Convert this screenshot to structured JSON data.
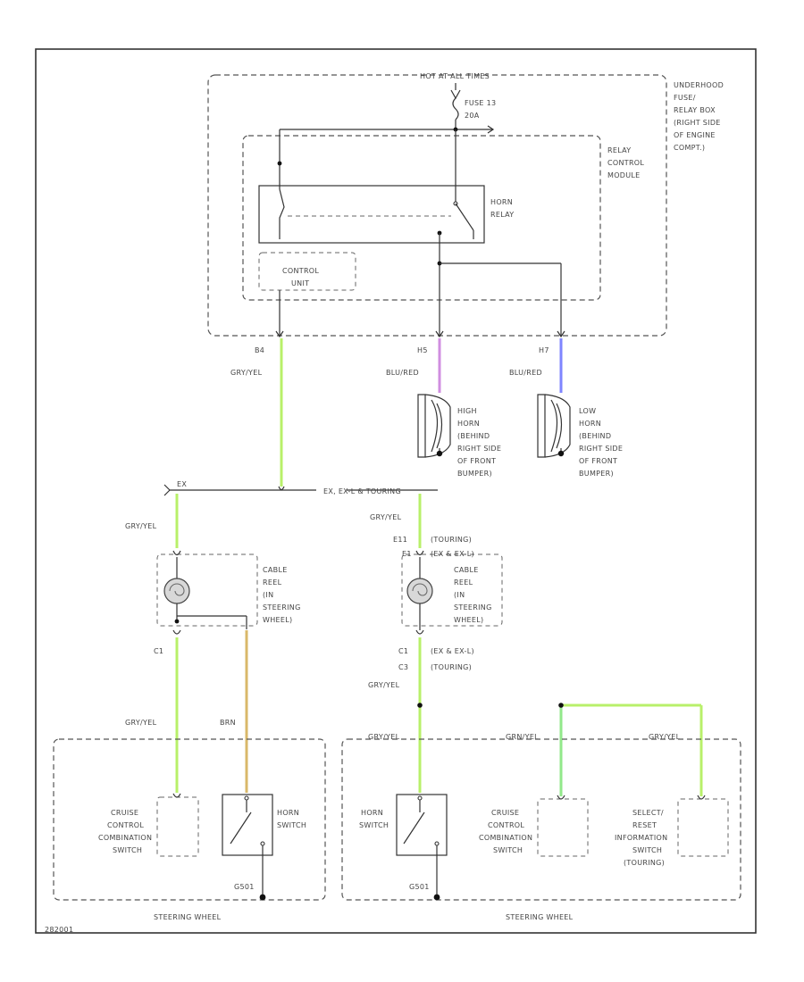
{
  "labels": {
    "hot_at_all_times": "HOT AT ALL TIMES",
    "fuse_line1": "FUSE 13",
    "fuse_line2": "20A",
    "fuse_box": [
      "UNDERHOOD",
      "FUSE/",
      "RELAY BOX",
      "(RIGHT SIDE",
      "OF ENGINE",
      "COMPT.)"
    ],
    "relay_module": [
      "RELAY",
      "CONTROL",
      "MODULE"
    ],
    "horn_relay": [
      "HORN",
      "RELAY"
    ],
    "control_unit": [
      "CONTROL",
      "UNIT"
    ],
    "pin_b4": "B4",
    "pin_h5": "H5",
    "pin_h7": "H7",
    "wire_gry_yel": "GRY/YEL",
    "wire_blu_red_1": "BLU/RED",
    "wire_blu_red_2": "BLU/RED",
    "high_horn": [
      "HIGH",
      "HORN",
      "(BEHIND",
      "RIGHT SIDE",
      "OF FRONT",
      "BUMPER)"
    ],
    "low_horn": [
      "LOW",
      "HORN",
      "(BEHIND",
      "RIGHT SIDE",
      "OF FRONT",
      "BUMPER)"
    ],
    "splice_left": "EX",
    "splice_right": "EX, EX-L & TOURING",
    "wire_gry_yel_l2": "GRY/YEL",
    "wire_gry_yel_r2": "GRY/YEL",
    "conn_e11": "E11",
    "conn_e11_note": "(TOURING)",
    "conn_e1": "E1",
    "conn_e1_note": "(EX & EX-L)",
    "cable_reel_left": [
      "CABLE",
      "REEL",
      "(IN",
      "STEERING",
      "WHEEL)"
    ],
    "cable_reel_right": [
      "CABLE",
      "REEL",
      "(IN",
      "STEERING",
      "WHEEL)"
    ],
    "conn_c1_left": "C1",
    "conn_c1_right": "C1",
    "conn_c1_right_note": "(EX & EX-L)",
    "conn_c3": "C3",
    "conn_c3_note": "(TOURING)",
    "wire_gry_yel_r3": "GRY/YEL",
    "wire_gry_yel_l3": "GRY/YEL",
    "wire_brn": "BRN",
    "wire_gry_yel_r4": "GRY/YEL",
    "wire_grn_yel": "GRN/YEL",
    "wire_gry_yel_r5": "GRY/YEL",
    "cruise_switch_left": [
      "CRUISE",
      "CONTROL",
      "COMBINATION",
      "SWITCH"
    ],
    "horn_switch_left": [
      "HORN",
      "SWITCH"
    ],
    "horn_switch_right": [
      "HORN",
      "SWITCH"
    ],
    "cruise_switch_right": [
      "CRUISE",
      "CONTROL",
      "COMBINATION",
      "SWITCH"
    ],
    "select_switch": [
      "SELECT/",
      "RESET",
      "INFORMATION",
      "SWITCH",
      "(TOURING)"
    ],
    "ground_left": "G501",
    "ground_right": "G501",
    "steering_wheel_left": "STEERING WHEEL",
    "steering_wheel_right": "STEERING WHEEL",
    "footer_code": "282001"
  },
  "colors": {
    "green_yellow": "#b8f06a",
    "violet": "#d08ee0",
    "blue": "#7f85ff",
    "brown": "#d9b86a",
    "green": "#92e88a"
  }
}
